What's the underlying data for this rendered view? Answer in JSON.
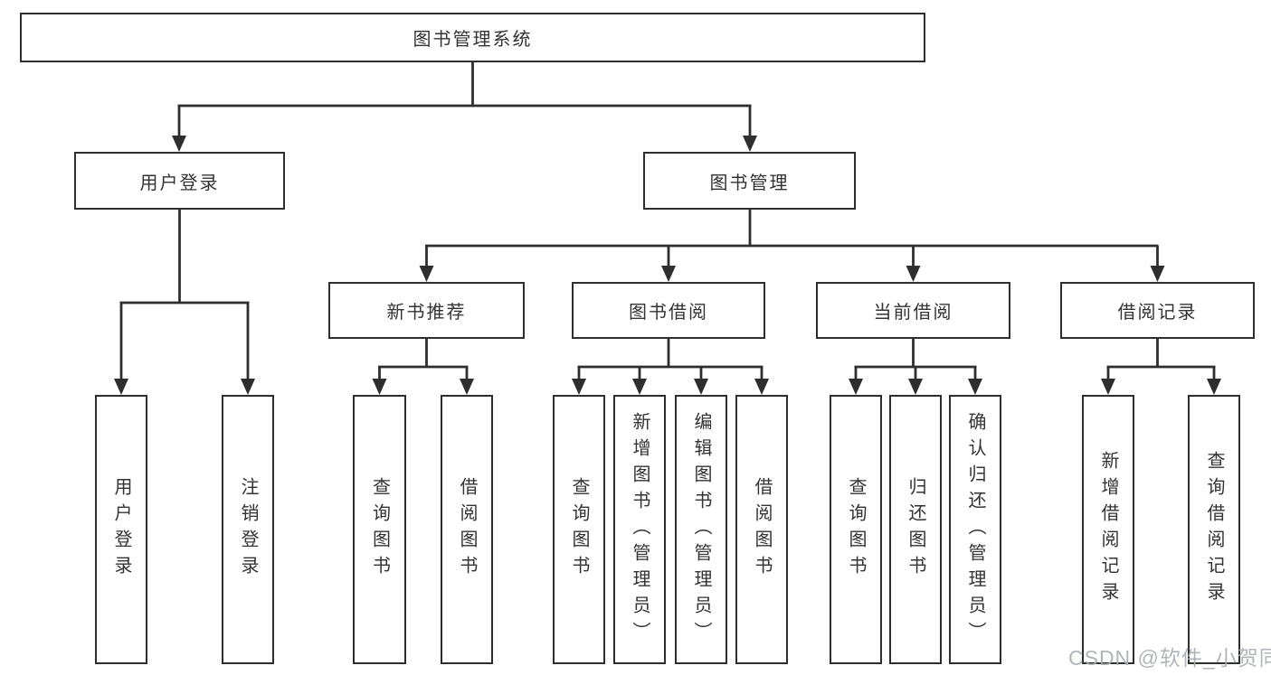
{
  "colors": {
    "line": "#2e2e2e",
    "text": "#333333",
    "watermark": "#a9aeb4",
    "background": "#ffffff"
  },
  "tree": {
    "root": {
      "label": "图书管理系统",
      "children": [
        {
          "label": "用户登录",
          "children": [
            {
              "label": "用户登录"
            },
            {
              "label": "注销登录"
            }
          ]
        },
        {
          "label": "图书管理",
          "children": [
            {
              "label": "新书推荐",
              "children": [
                {
                  "label": "查询图书"
                },
                {
                  "label": "借阅图书"
                }
              ]
            },
            {
              "label": "图书借阅",
              "children": [
                {
                  "label": "查询图书"
                },
                {
                  "label": "新增图书（管理员）"
                },
                {
                  "label": "编辑图书（管理员）"
                },
                {
                  "label": "借阅图书"
                }
              ]
            },
            {
              "label": "当前借阅",
              "children": [
                {
                  "label": "查询图书"
                },
                {
                  "label": "归还图书"
                },
                {
                  "label": "确认归还（管理员）"
                }
              ]
            },
            {
              "label": "借阅记录",
              "children": [
                {
                  "label": "新增借阅记录"
                },
                {
                  "label": "查询借阅记录"
                }
              ]
            }
          ]
        }
      ]
    }
  },
  "watermark": {
    "text": "CSDN @软件_小贺同学"
  }
}
